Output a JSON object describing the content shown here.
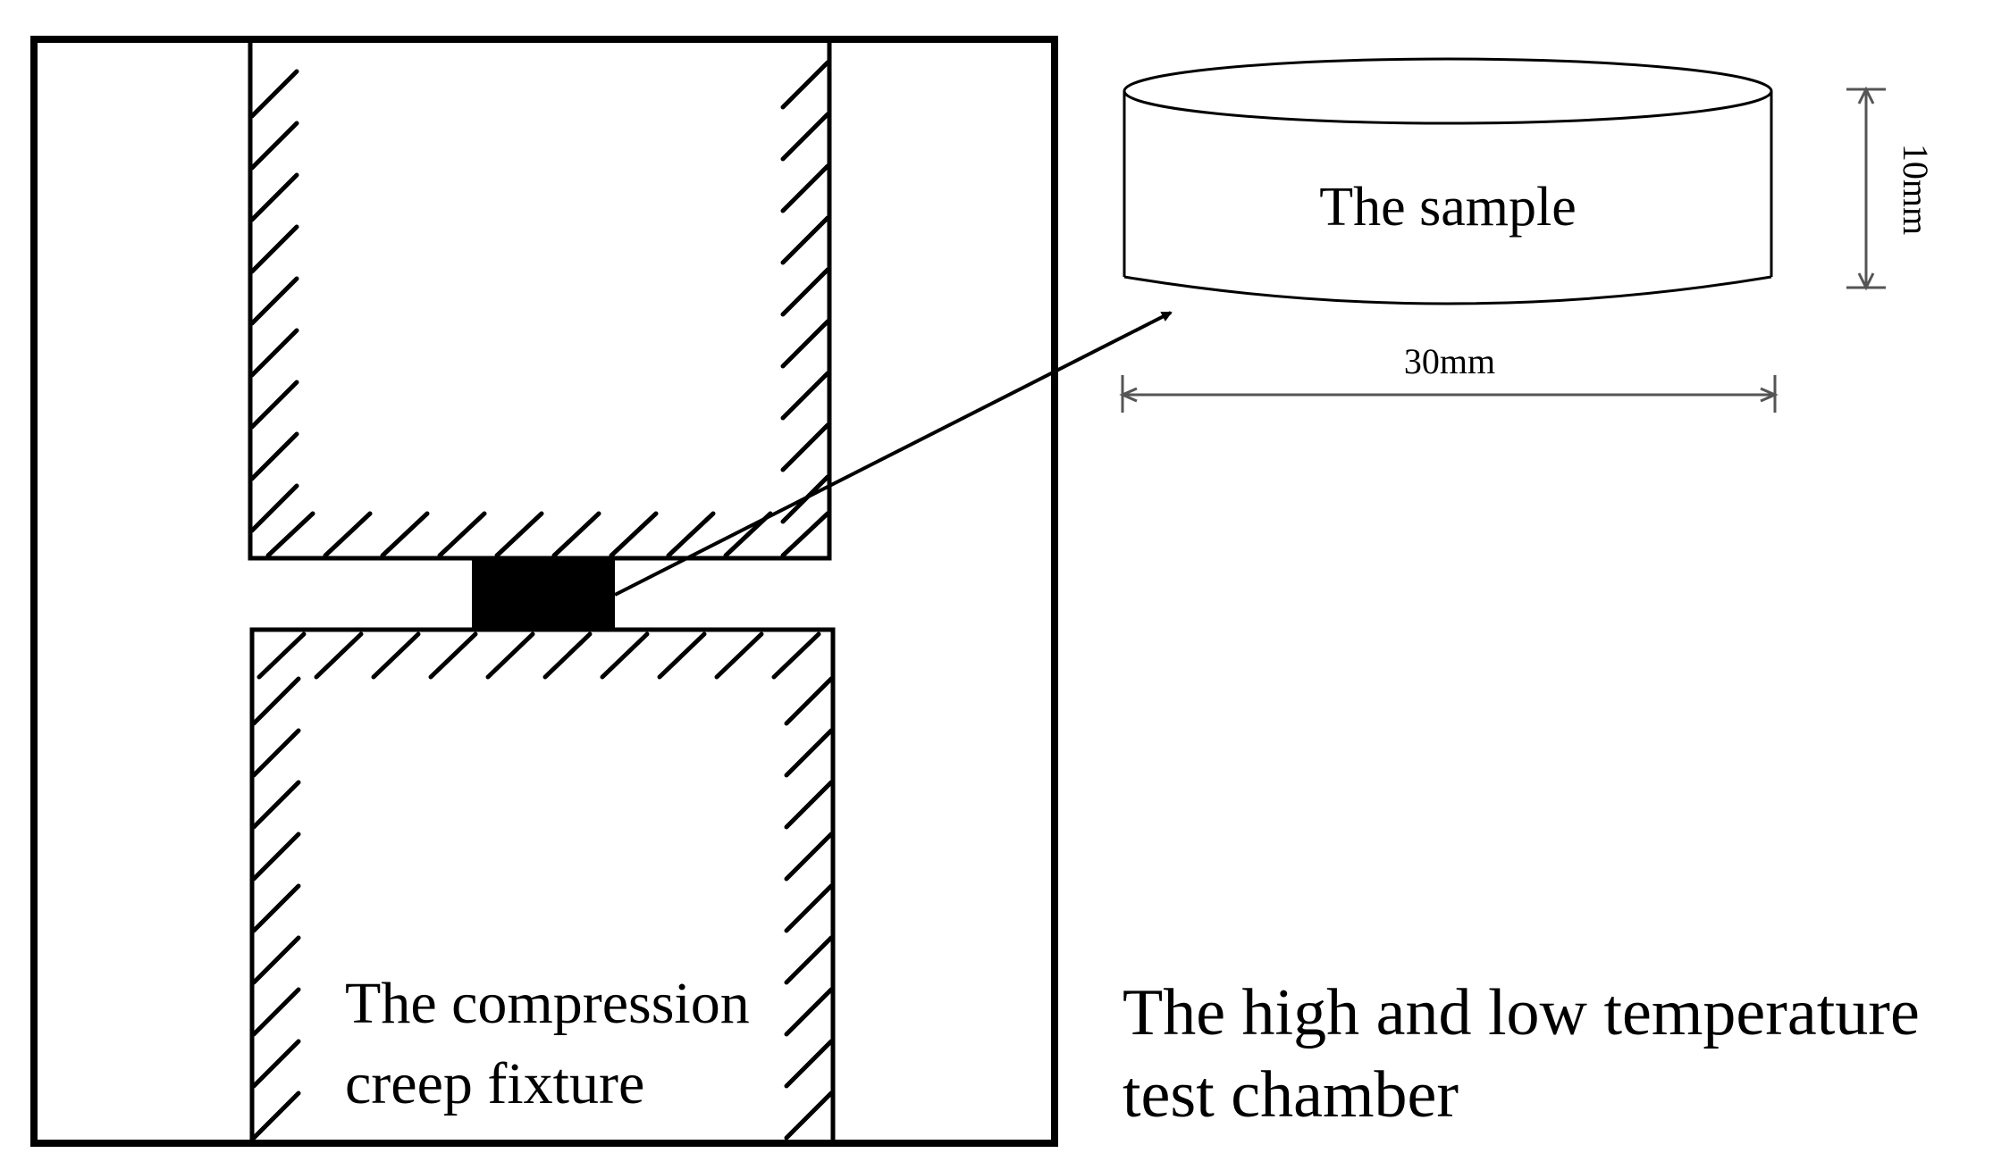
{
  "labels": {
    "sample": "The sample",
    "dim_height": "10mm",
    "dim_width": "30mm",
    "fixture_line1": "The compression",
    "fixture_line2": "creep fixture",
    "chamber_line1": "The high and low temperature",
    "chamber_line2": "test chamber"
  },
  "colors": {
    "line": "#000000",
    "dimension": "#555555",
    "background": "#ffffff"
  }
}
